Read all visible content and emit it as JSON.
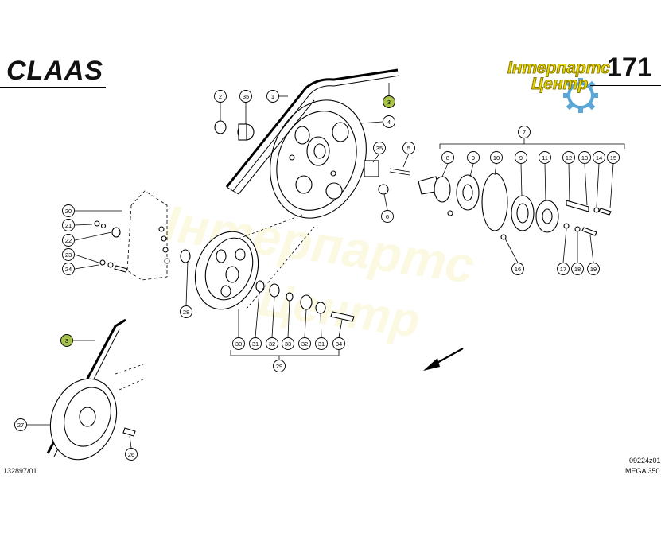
{
  "header": {
    "brand": "CLAAS",
    "logo_line1": "Інтерпартс",
    "logo_line2": "Центр",
    "page_number": "171"
  },
  "footer": {
    "left_code": "132897/01",
    "right_code": "09224z01",
    "model": "MEGA 350"
  },
  "watermark": {
    "line1": "Інтерпартс",
    "line2": "Центр"
  },
  "colors": {
    "highlight": "#a6c24a",
    "logo_yellow": "#e8d800",
    "logo_gear": "#5aa6d6"
  },
  "callouts": {
    "c1": "1",
    "c2": "2",
    "c3a": "3",
    "c3b": "3",
    "c4": "4",
    "c5": "5",
    "c6": "6",
    "c7": "7",
    "c8": "8",
    "c9a": "9",
    "c9b": "9",
    "c10": "10",
    "c11": "11",
    "c12": "12",
    "c13": "13",
    "c14": "14",
    "c15": "15",
    "c16": "16",
    "c17": "17",
    "c18": "18",
    "c19": "19",
    "c20": "20",
    "c21": "21",
    "c22": "22",
    "c23": "23",
    "c24": "24",
    "c26": "26",
    "c27": "27",
    "c28": "28",
    "c29": "29",
    "c30": "30",
    "c31a": "31",
    "c31b": "31",
    "c32a": "32",
    "c32b": "32",
    "c33": "33",
    "c34": "34",
    "c35a": "35",
    "c35b": "35"
  }
}
